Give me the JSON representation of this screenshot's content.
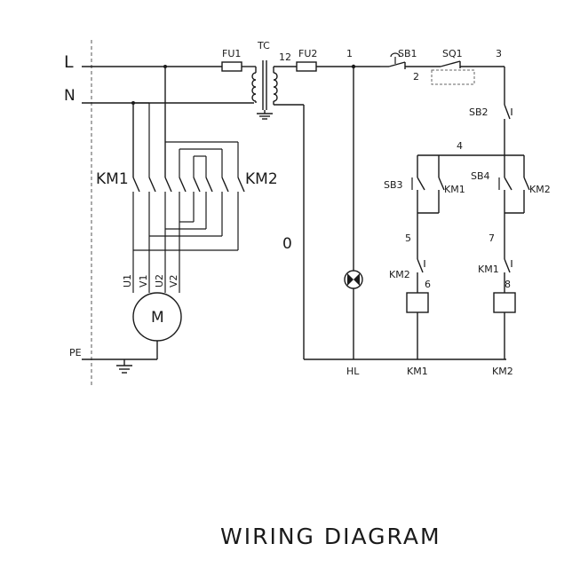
{
  "labels": {
    "L": "L",
    "N": "N",
    "PE": "PE",
    "FU1": "FU1",
    "FU2": "FU2",
    "TC": "TC",
    "n12": "12",
    "n1": "1",
    "n2": "2",
    "n3": "3",
    "n4": "4",
    "n5": "5",
    "n6": "6",
    "n7": "7",
    "n8": "8",
    "n0": "0",
    "SB1": "SB1",
    "SQ1": "SQ1",
    "SB2": "SB2",
    "SB3": "SB3",
    "SB4": "SB4",
    "KM1": "KM1",
    "KM2": "KM2",
    "KM1_contact_sb3": "KM1",
    "KM2_contact_sb4": "KM2",
    "KM2_contact_left": "KM2",
    "KM1_contact_right": "KM1",
    "HL": "HL",
    "KM1_coil": "KM1",
    "KM2_coil": "KM2",
    "U1": "U1",
    "V1": "V1",
    "U2": "U2",
    "V2": "V2",
    "M": "M"
  },
  "title": "WIRING DIAGRAM"
}
